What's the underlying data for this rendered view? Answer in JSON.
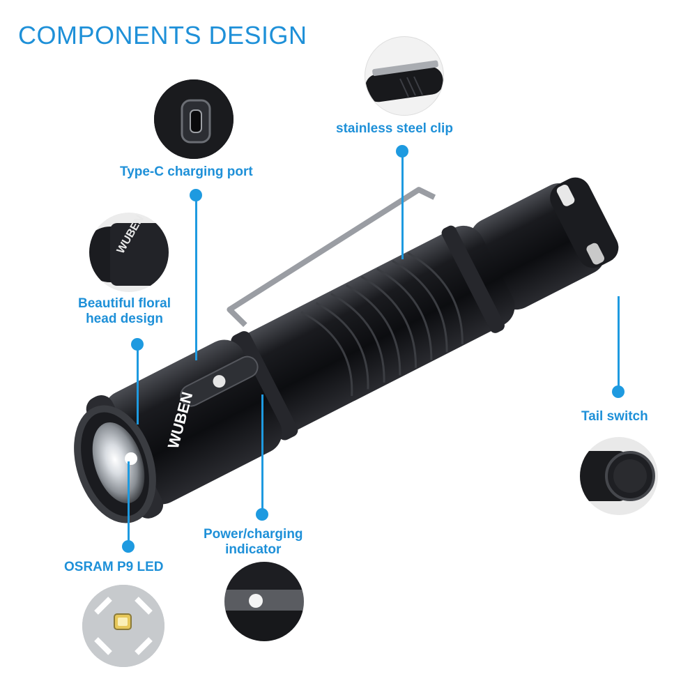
{
  "title": "COMPONENTS DESIGN",
  "labels": {
    "clip": "stainless steel clip",
    "type_c": "Type-C charging port",
    "head_line1": "Beautiful floral",
    "head_line2": "head design",
    "tail": "Tail switch",
    "indicator_line1": "Power/charging",
    "indicator_line2": "indicator",
    "led": "OSRAM P9 LED"
  },
  "brand": "WUBEN",
  "colors": {
    "accent": "#1e90d8",
    "body": "#141518"
  }
}
